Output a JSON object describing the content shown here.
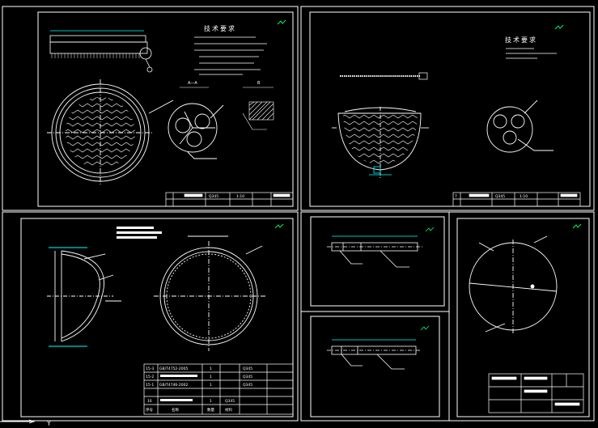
{
  "sheets": {
    "top_left": {
      "tech_req_title": "技术要求",
      "section_a": "A—A",
      "section_b": "B",
      "title_block": {
        "scale": "Q345",
        "scale_ratio": "1:10"
      }
    },
    "top_right": {
      "tech_req_title": "技术要求",
      "title_block": {
        "no": "7",
        "material": "Q345",
        "scale_ratio": "1:10"
      }
    },
    "bottom_left": {
      "bom_rows": [
        {
          "no": "15-3",
          "std": "GB/T4752-2005",
          "qty": "1",
          "mat": "Q345"
        },
        {
          "no": "15-2",
          "std": "",
          "qty": "1",
          "mat": "Q345"
        },
        {
          "no": "15-1",
          "std": "GB/T4746-2002",
          "qty": "1",
          "mat": "Q345"
        }
      ],
      "bom_header": {
        "no": "序号",
        "name": "名称",
        "qty": "数量",
        "mat": "材料"
      },
      "bom_row_16": {
        "no": "16",
        "qty": "1",
        "mat": "Q345"
      }
    },
    "bottom_right_title_block": {
      "label": ""
    }
  },
  "axis": {
    "label": "Y"
  },
  "colors": {
    "frame": "#ffffff",
    "dimension": "#00ffff",
    "text_primary": "#ffff00",
    "text_secondary": "#00ff66",
    "hatch": "#ffffff",
    "background": "#000000"
  }
}
